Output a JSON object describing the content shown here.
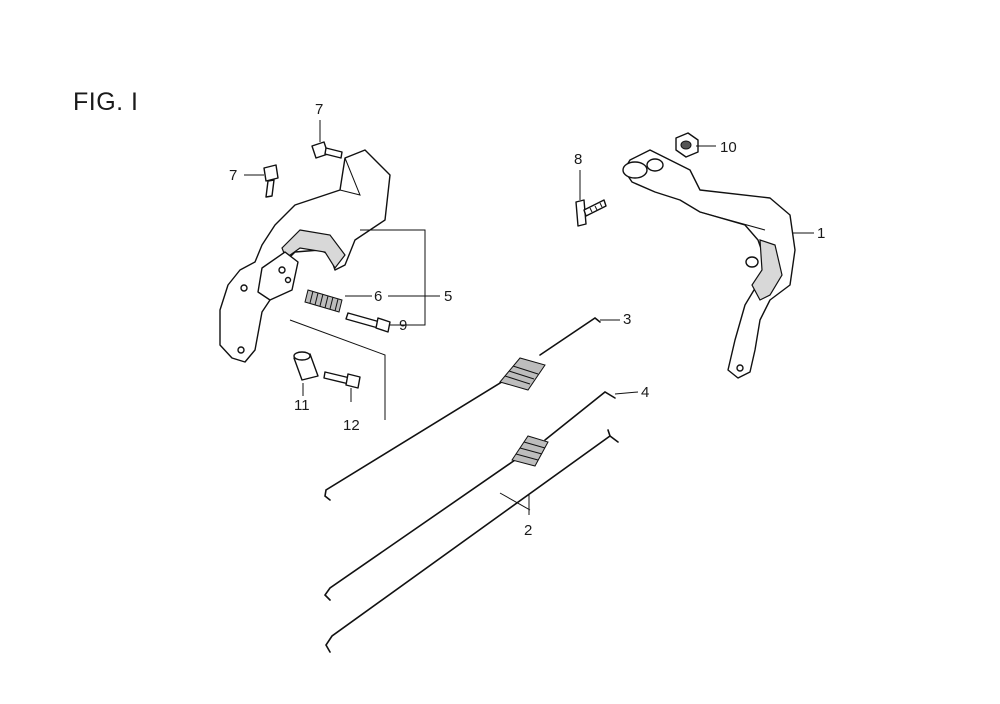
{
  "figure": {
    "title": "FIG. I"
  },
  "callouts": [
    {
      "id": "7a",
      "text": "7"
    },
    {
      "id": "7b",
      "text": "7"
    },
    {
      "id": "8",
      "text": "8"
    },
    {
      "id": "10",
      "text": "10"
    },
    {
      "id": "1",
      "text": "1"
    },
    {
      "id": "6",
      "text": "6"
    },
    {
      "id": "5",
      "text": "5"
    },
    {
      "id": "9",
      "text": "9"
    },
    {
      "id": "3",
      "text": "3"
    },
    {
      "id": "4",
      "text": "4"
    },
    {
      "id": "11",
      "text": "11"
    },
    {
      "id": "12",
      "text": "12"
    },
    {
      "id": "2",
      "text": "2"
    }
  ]
}
